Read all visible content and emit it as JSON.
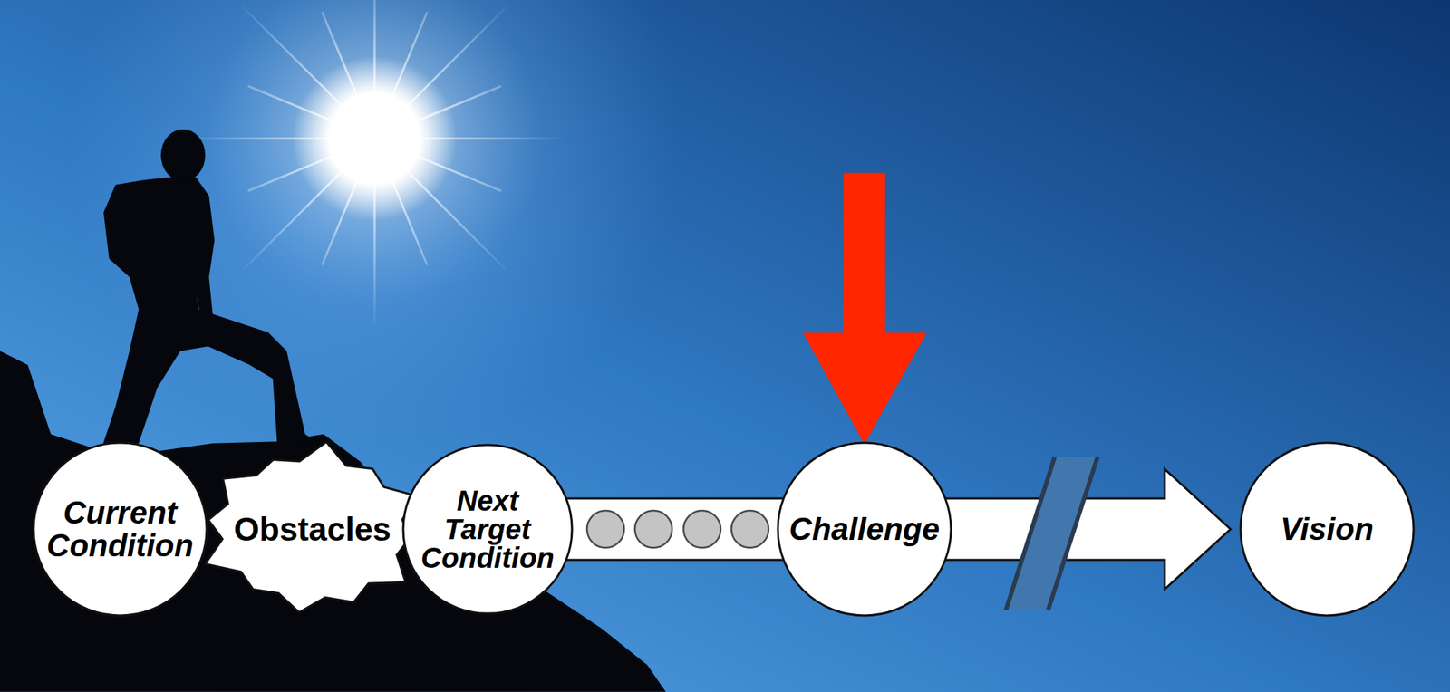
{
  "diagram": {
    "nodes": [
      {
        "text": [
          "Current Condition"
        ]
      },
      {
        "text": [
          "Obstacles"
        ]
      },
      {
        "text": [
          "Next Target Condition"
        ]
      },
      {
        "text": [
          "Challenge"
        ]
      },
      {
        "text": [
          "Vision"
        ]
      }
    ],
    "edges": [
      {
        "from": 2,
        "to": 3,
        "arrow": "none"
      },
      {
        "from": 3,
        "to": 4,
        "arrow": "to"
      }
    ]
  }
}
